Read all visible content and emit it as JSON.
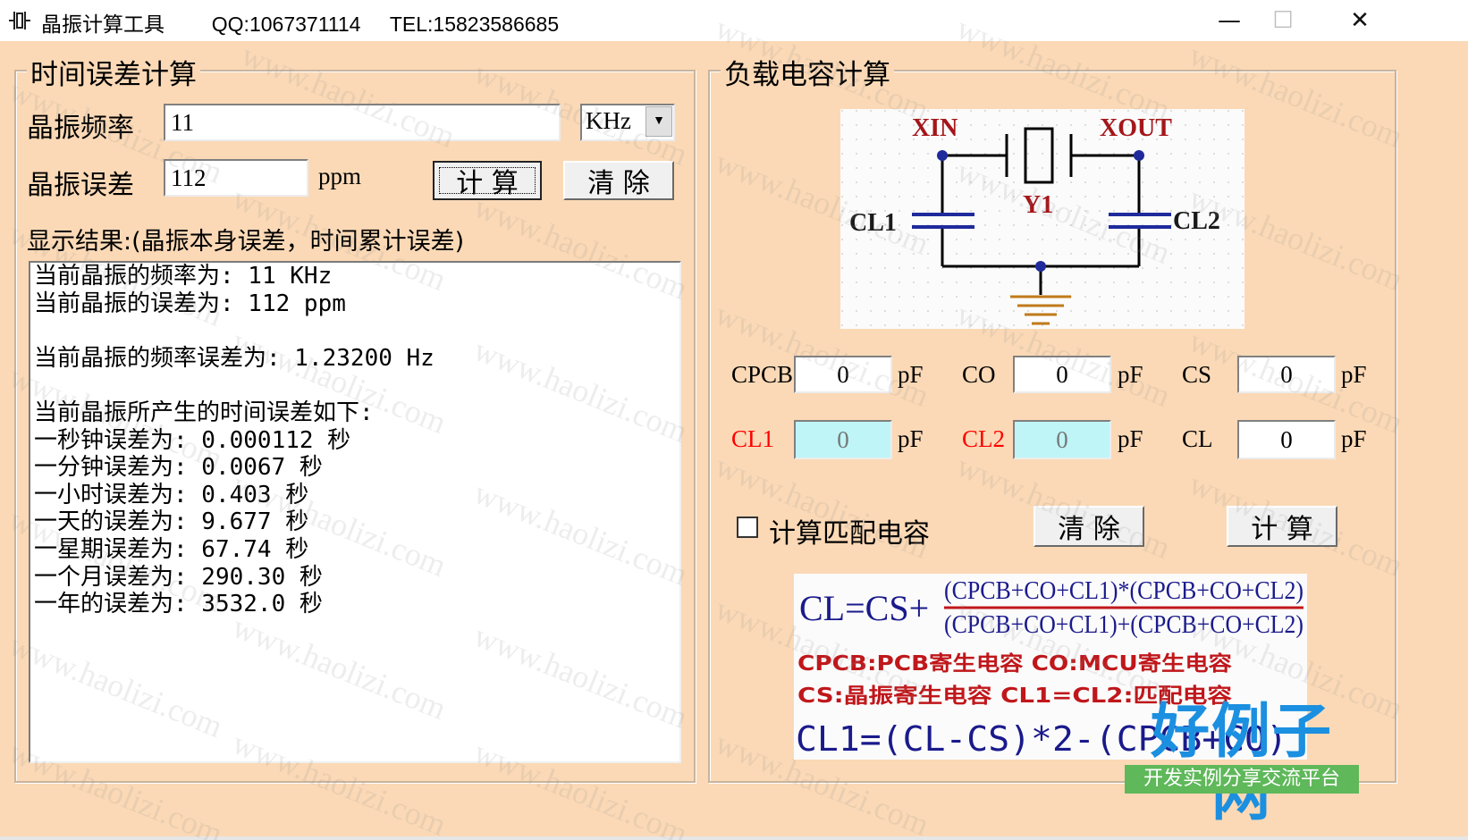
{
  "window": {
    "title": "晶振计算工具",
    "qq": "QQ:1067371114",
    "tel": "TEL:15823586685",
    "minimize_glyph": "—",
    "maximize_glyph": "☐",
    "close_glyph": "✕"
  },
  "time_error": {
    "group_title": "时间误差计算",
    "freq_label": "晶振频率",
    "freq_value": "11",
    "unit_selected": "KHz",
    "error_label": "晶振误差",
    "error_value": "112",
    "error_unit": "ppm",
    "calc_button": "计 算",
    "clear_button": "清 除",
    "result_label": "显示结果:(晶振本身误差，时间累计误差)",
    "result_lines": [
      "当前晶振的频率为: 11 KHz",
      "当前晶振的误差为: 112 ppm",
      "",
      "当前晶振的频率误差为: 1.23200 Hz",
      "",
      "当前晶振所产生的时间误差如下:",
      "一秒钟误差为: 0.000112 秒",
      "一分钟误差为: 0.0067 秒",
      "一小时误差为: 0.403 秒",
      "一天的误差为: 9.677 秒",
      "一星期误差为: 67.74 秒",
      "一个月误差为: 290.30 秒",
      "一年的误差为: 3532.0 秒"
    ]
  },
  "load_cap": {
    "group_title": "负载电容计算",
    "circuit": {
      "xin": "XIN",
      "xout": "XOUT",
      "y1": "Y1",
      "cl1": "CL1",
      "cl2": "CL2"
    },
    "cpcb_label": "CPCB",
    "cpcb_value": "0",
    "co_label": "CO",
    "co_value": "0",
    "cs_label": "CS",
    "cs_value": "0",
    "cl1_label": "CL1",
    "cl1_value": "0",
    "cl2_label": "CL2",
    "cl2_value": "0",
    "cl_label": "CL",
    "cl_value": "0",
    "unit_pf": "pF",
    "checkbox_label": "计算匹配电容",
    "clear_button": "清 除",
    "calc_button": "计 算",
    "formula": {
      "lhs": "CL=CS+",
      "numerator": "(CPCB+CO+CL1)*(CPCB+CO+CL2)",
      "denominator": "(CPCB+CO+CL1)+(CPCB+CO+CL2)",
      "note1": "CPCB:PCB寄生电容  CO:MCU寄生电容",
      "note2": "CS:晶振寄生电容  CL1=CL2:匹配电容",
      "solve": "CL1=(CL-CS)*2-(CPCB+CO)"
    }
  },
  "watermark": "www.haolizi.com",
  "brand": {
    "name": "好例子网",
    "tagline": "开发实例分享交流平台"
  },
  "colors": {
    "client_bg": "#fbd9b6",
    "red_label": "#ff0000",
    "cyan_field": "#bff5f7",
    "formula_blue": "#1a1a8c",
    "formula_red": "#c0171b",
    "brand_blue": "#1b8fe0",
    "brand_green": "#5fb85a"
  }
}
